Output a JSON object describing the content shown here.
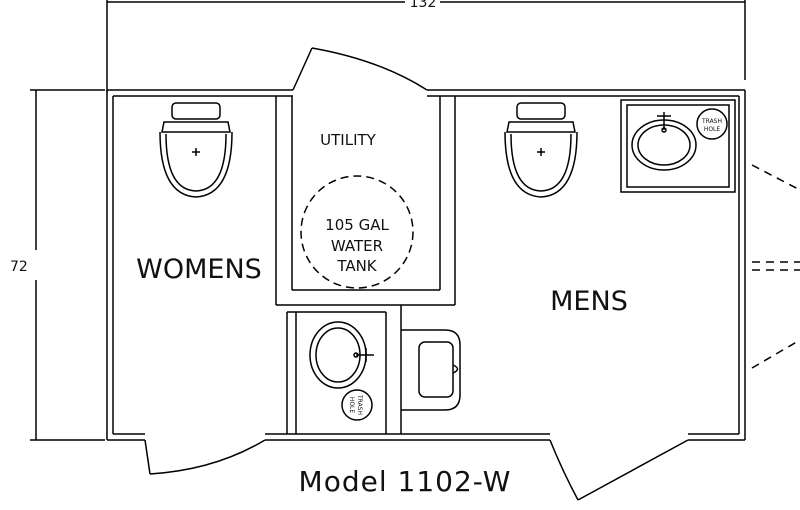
{
  "dimensions": {
    "width": "132",
    "height": "72"
  },
  "rooms": {
    "womens": "WOMENS",
    "mens": "MENS",
    "utility": "UTILITY"
  },
  "tank": {
    "line1": "105 GAL",
    "line2": "WATER",
    "line3": "TANK"
  },
  "trash": {
    "line1": "TRASH",
    "line2": "HOLE"
  },
  "model": "Model 1102-W"
}
